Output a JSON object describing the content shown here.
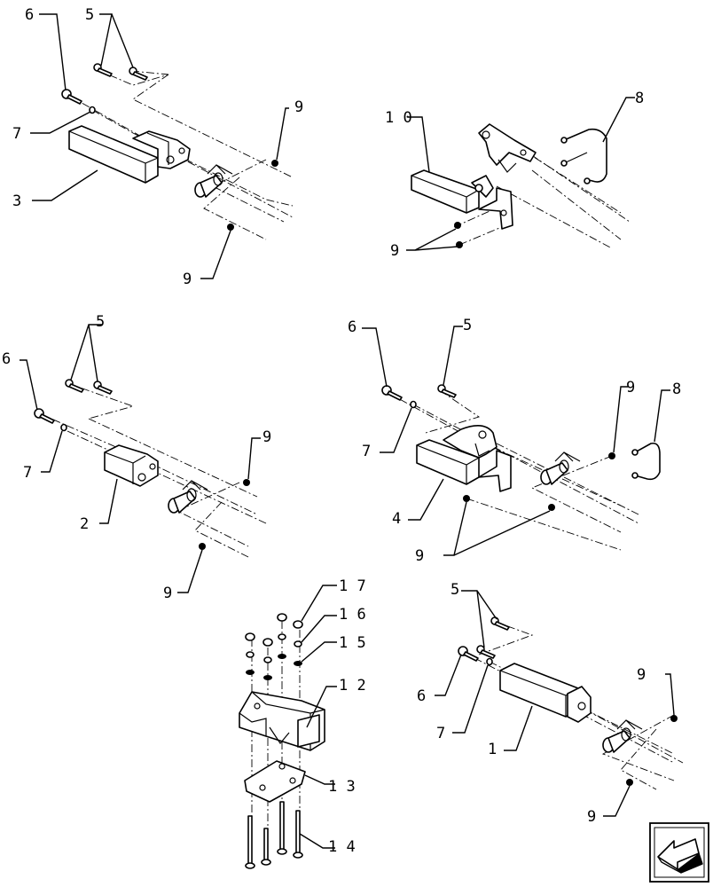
{
  "diagram": {
    "callouts": {
      "a_6": "6",
      "a_5": "5",
      "a_7": "7",
      "a_9_top": "9",
      "a_3": "3",
      "a_9_bot": "9",
      "b_10": "1 0",
      "b_8": "8",
      "b_9": "9",
      "c_5": "5",
      "c_6": "6",
      "c_7": "7",
      "c_9_top": "9",
      "c_2": "2",
      "c_9_bot": "9",
      "d_6": "6",
      "d_5": "5",
      "d_9_top": "9",
      "d_8": "8",
      "d_7": "7",
      "d_4": "4",
      "d_9_bot": "9",
      "e_17": "1 7",
      "e_16": "1 6",
      "e_15": "1 5",
      "e_12": "1 2",
      "e_13": "1 3",
      "e_14": "1 4",
      "f_5": "5",
      "f_9_top": "9",
      "f_6": "6",
      "f_7": "7",
      "f_1": "1",
      "f_9_bot": "9"
    },
    "nav_icon": "arrow-left-icon"
  }
}
